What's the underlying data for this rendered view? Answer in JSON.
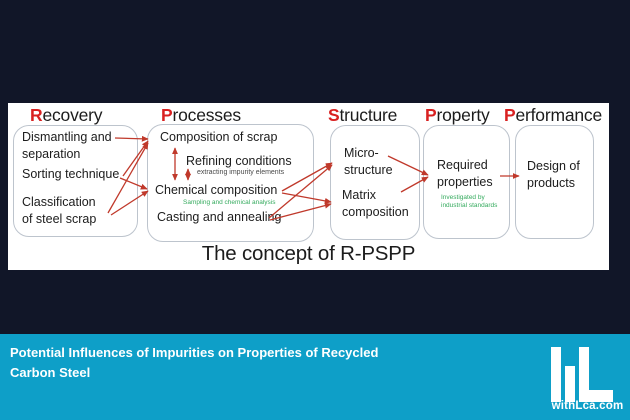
{
  "slide": {
    "title": "The concept of R-PSPP",
    "columns": {
      "recovery": {
        "header": "Recovery",
        "item1": "Dismantling and\nseparation",
        "item2": "Sorting technique",
        "item3": "Classification\nof steel scrap"
      },
      "processes": {
        "header": "Processes",
        "item1": "Composition of scrap",
        "item2": "Refining conditions",
        "item2_note": "extracting impurity elements",
        "item3": "Chemical composition",
        "item3_note": "Sampling and chemical analysis",
        "item4": "Casting and annealing"
      },
      "structure": {
        "header": "Structure",
        "item1": "Micro-\nstructure",
        "item2": "Matrix\ncomposition"
      },
      "property": {
        "header": "Property",
        "item1": "Required\nproperties",
        "item1_note": "Investigated by\nindustrial standards"
      },
      "performance": {
        "header": "Performance",
        "item1": "Design of\nproducts"
      }
    }
  },
  "footer": {
    "caption": "Potential Influences of Impurities on Properties of Recycled\nCarbon Steel",
    "logo_text": "withLca.com"
  },
  "icons": {
    "logo": "bar-chart-L-logo"
  },
  "colors": {
    "navy": "#111628",
    "teal": "#0e9fc8",
    "red": "#d92121",
    "arrow": "#c0392b",
    "green": "#35ab5e"
  }
}
